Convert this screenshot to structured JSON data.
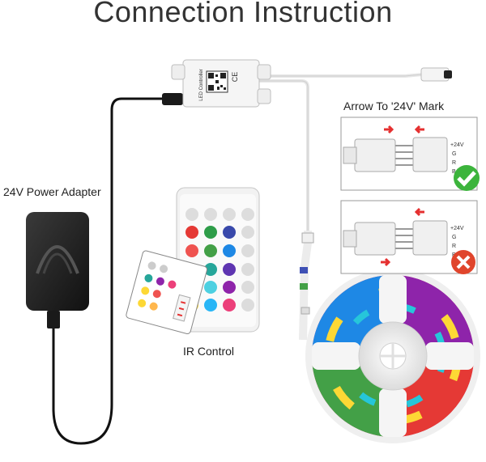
{
  "title": "Connection Instruction",
  "labels": {
    "power_adapter": "24V Power Adapter",
    "ir_control": "IR Control",
    "arrow_mark": "Arrow To '24V' Mark"
  },
  "controller": {
    "text": "LED Controller",
    "cert": "CE"
  },
  "pin_labels": [
    "+24V",
    "G",
    "R",
    "B"
  ],
  "status": {
    "correct": "check",
    "wrong": "cross"
  },
  "colors": {
    "cable": "#111111",
    "ok": "#3cb43c",
    "bad": "#e0452c",
    "arrow": "#e53030"
  }
}
